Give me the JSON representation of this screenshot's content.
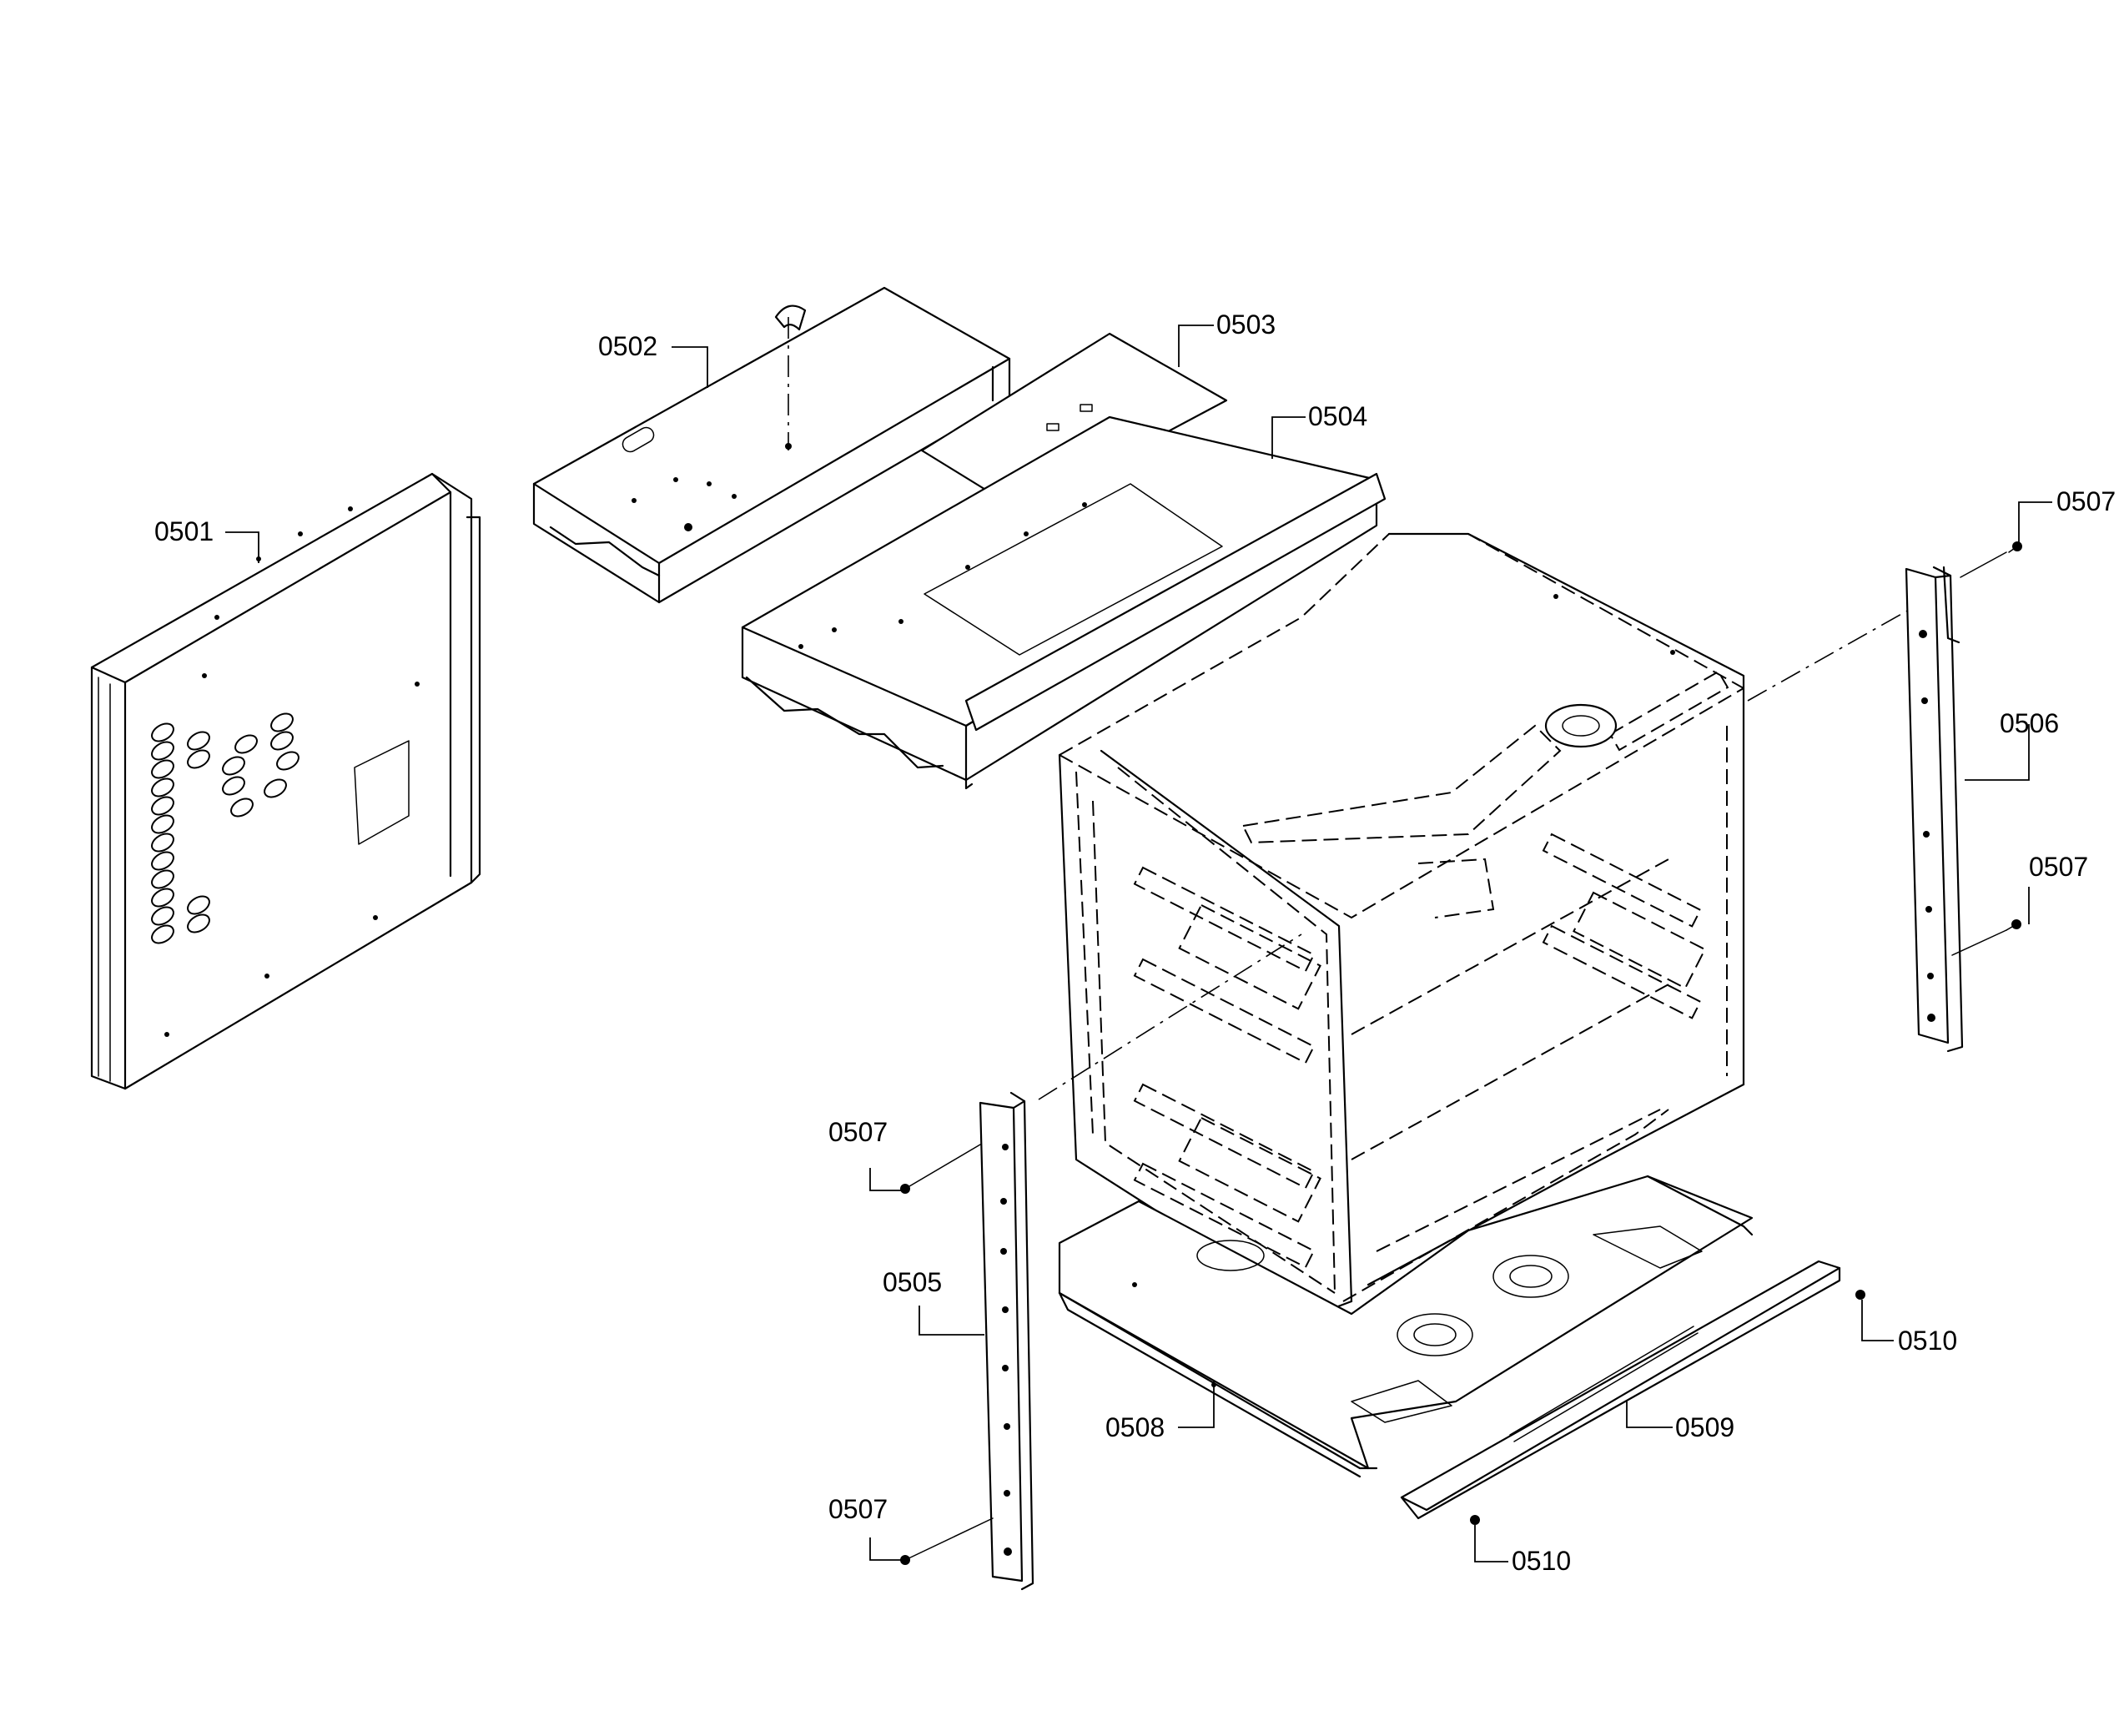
{
  "callouts": {
    "c0501": "0501",
    "c0502": "0502",
    "c0503": "0503",
    "c0504": "0504",
    "c0505": "0505",
    "c0506": "0506",
    "c0507_a": "0507",
    "c0507_b": "0507",
    "c0507_c": "0507",
    "c0507_d": "0507",
    "c0508": "0508",
    "c0509": "0509",
    "c0510_a": "0510",
    "c0510_b": "0510"
  }
}
